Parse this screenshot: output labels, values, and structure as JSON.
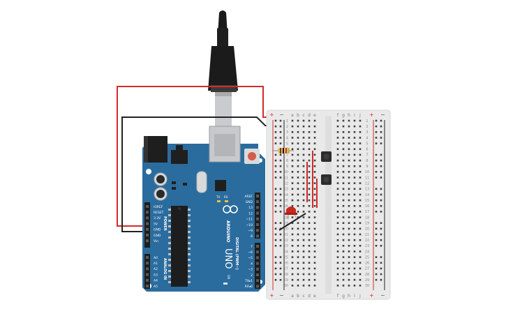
{
  "board": {
    "brand": "ARDUINO",
    "model": "UNO",
    "tx_led": "TX",
    "rx_led": "RX",
    "power_label": "POWER",
    "analog_label": "ANALOG IN",
    "digital_label": "DIGITAL (PWM~)",
    "on_label": "ON",
    "power_pins": [
      "IOREF",
      "RESET",
      "3.3V",
      "5V",
      "GND",
      "GND",
      "Vin"
    ],
    "analog_pins": [
      "A0",
      "A1",
      "A2",
      "A3",
      "A4",
      "A5"
    ],
    "digital_pins_top": [
      "AREF",
      "GND",
      "13",
      "12",
      "~11",
      "~10",
      "~9",
      "8"
    ],
    "digital_pins_bottom": [
      "7",
      "~6",
      "~5",
      "4",
      "~3",
      "2",
      "TX▸1",
      "RX◂0"
    ]
  },
  "breadboard": {
    "left_cols": [
      "a",
      "b",
      "c",
      "d",
      "e"
    ],
    "right_cols": [
      "f",
      "g",
      "h",
      "i",
      "j"
    ],
    "plus": "+",
    "minus": "−",
    "rows": [
      "1",
      "2",
      "3",
      "4",
      "5",
      "6",
      "7",
      "8",
      "9",
      "10",
      "11",
      "12",
      "13",
      "14",
      "15",
      "16",
      "17",
      "18",
      "19",
      "20",
      "21",
      "22",
      "23",
      "24",
      "25",
      "26",
      "27",
      "28",
      "29",
      "30"
    ]
  },
  "colors": {
    "board": "#2b6c9e",
    "wire_red": "#d42a2a",
    "wire_black": "#222222",
    "breadboard": "#e9e9e9",
    "led": "#c8281e",
    "button": "#2c2c2c"
  }
}
